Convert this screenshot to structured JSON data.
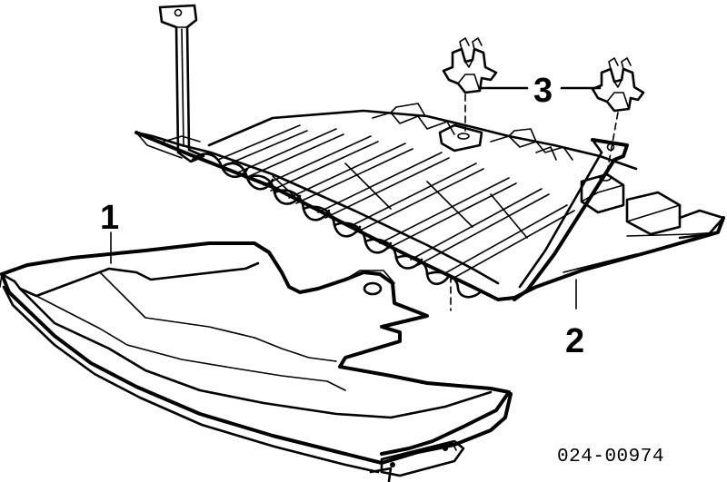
{
  "callouts": [
    {
      "label": "1"
    },
    {
      "label": "2"
    },
    {
      "label": "3"
    }
  ],
  "diagram_code": "024-00974"
}
